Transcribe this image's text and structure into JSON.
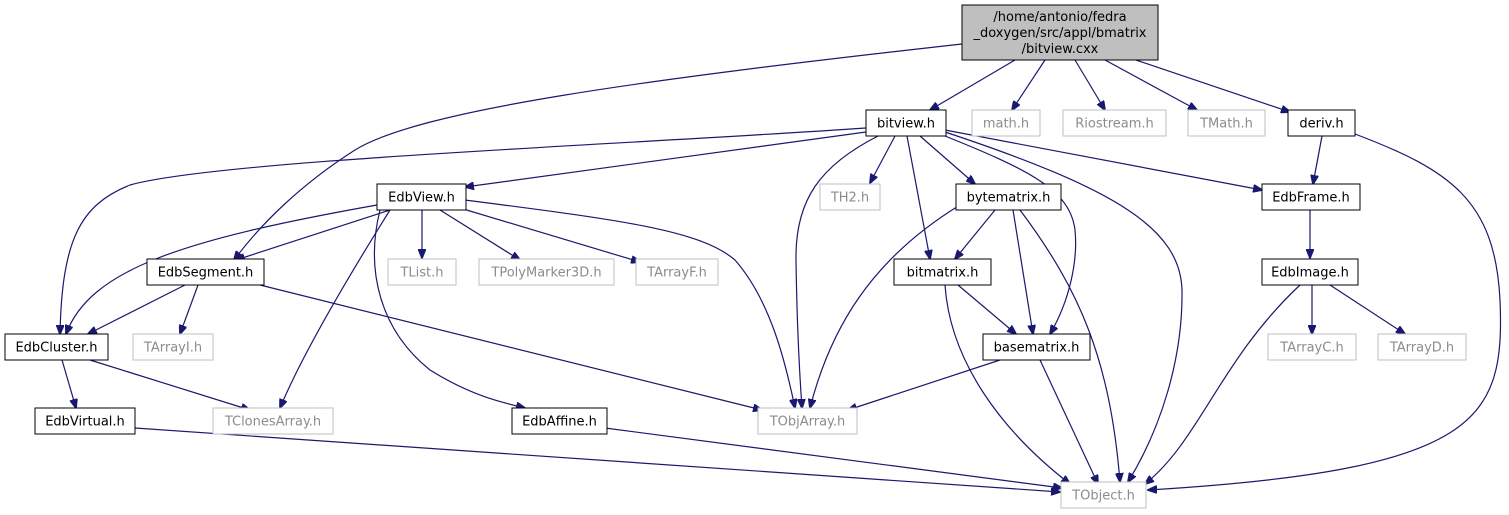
{
  "graph": {
    "root": {
      "id": "root",
      "lines": [
        "/home/antonio/fedra",
        "_doxygen/src/appl/bmatrix",
        "/bitview.cxx"
      ]
    },
    "nodes": [
      {
        "id": "bitview_h",
        "label": "bitview.h",
        "external": false
      },
      {
        "id": "math_h",
        "label": "math.h",
        "external": true
      },
      {
        "id": "riostream_h",
        "label": "Riostream.h",
        "external": true
      },
      {
        "id": "tmath_h",
        "label": "TMath.h",
        "external": true
      },
      {
        "id": "deriv_h",
        "label": "deriv.h",
        "external": false
      },
      {
        "id": "edbview_h",
        "label": "EdbView.h",
        "external": false
      },
      {
        "id": "th2_h",
        "label": "TH2.h",
        "external": true
      },
      {
        "id": "bytematrix_h",
        "label": "bytematrix.h",
        "external": false
      },
      {
        "id": "edbframe_h",
        "label": "EdbFrame.h",
        "external": false
      },
      {
        "id": "edbsegment_h",
        "label": "EdbSegment.h",
        "external": false
      },
      {
        "id": "tlist_h",
        "label": "TList.h",
        "external": true
      },
      {
        "id": "tpolymarker3d_h",
        "label": "TPolyMarker3D.h",
        "external": true
      },
      {
        "id": "tarrayf_h",
        "label": "TArrayF.h",
        "external": true
      },
      {
        "id": "bitmatrix_h",
        "label": "bitmatrix.h",
        "external": false
      },
      {
        "id": "edbimage_h",
        "label": "EdbImage.h",
        "external": false
      },
      {
        "id": "edbcluster_h",
        "label": "EdbCluster.h",
        "external": false
      },
      {
        "id": "tarrayi_h",
        "label": "TArrayI.h",
        "external": true
      },
      {
        "id": "basematrix_h",
        "label": "basematrix.h",
        "external": false
      },
      {
        "id": "tarrayc_h",
        "label": "TArrayC.h",
        "external": true
      },
      {
        "id": "tarrayd_h",
        "label": "TArrayD.h",
        "external": true
      },
      {
        "id": "edbvirtual_h",
        "label": "EdbVirtual.h",
        "external": false
      },
      {
        "id": "tclonesarray_h",
        "label": "TClonesArray.h",
        "external": true
      },
      {
        "id": "edbaffine_h",
        "label": "EdbAffine.h",
        "external": false
      },
      {
        "id": "tobjarray_h",
        "label": "TObjArray.h",
        "external": true
      },
      {
        "id": "tobject_h",
        "label": "TObject.h",
        "external": true
      }
    ],
    "colors": {
      "edge": "#191970",
      "root_fill": "#bfbfbf",
      "external_border": "#bfbfbf",
      "external_text": "#8c8c8c",
      "internal_border": "#000000"
    }
  }
}
